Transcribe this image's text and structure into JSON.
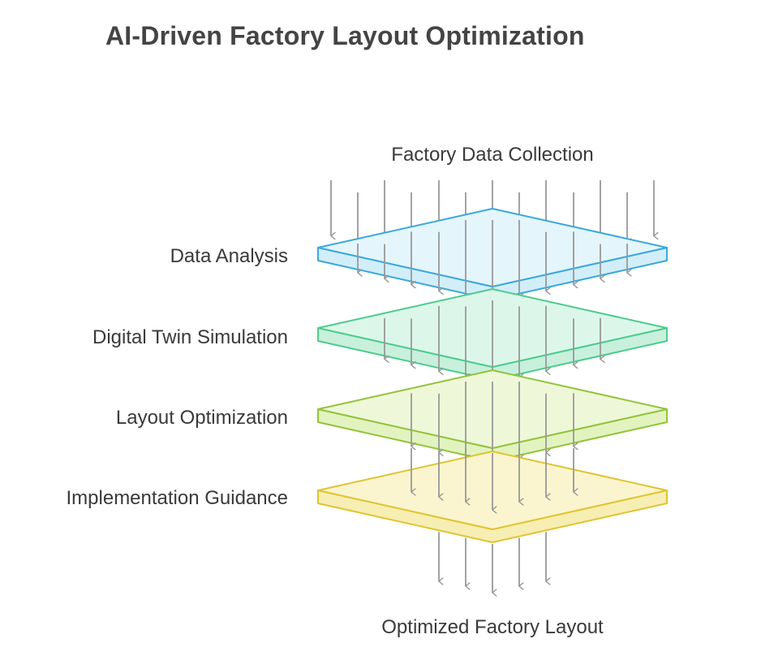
{
  "title": "AI-Driven Factory Layout Optimization",
  "input_label": "Factory Data Collection",
  "output_label": "Optimized Factory Layout",
  "layers": [
    {
      "label": "Data Analysis",
      "fill": "#e4f5fc",
      "side": "#d2eef9",
      "stroke": "#3aa8dc"
    },
    {
      "label": "Digital Twin Simulation",
      "fill": "#dcf7ea",
      "side": "#c8f0dc",
      "stroke": "#4ccc8e"
    },
    {
      "label": "Layout Optimization",
      "fill": "#eef8d8",
      "side": "#e2f3c0",
      "stroke": "#93c33a"
    },
    {
      "label": "Implementation Guidance",
      "fill": "#fbf5cf",
      "side": "#f7eeb4",
      "stroke": "#e0c430"
    }
  ],
  "arrow_color": "#999999"
}
